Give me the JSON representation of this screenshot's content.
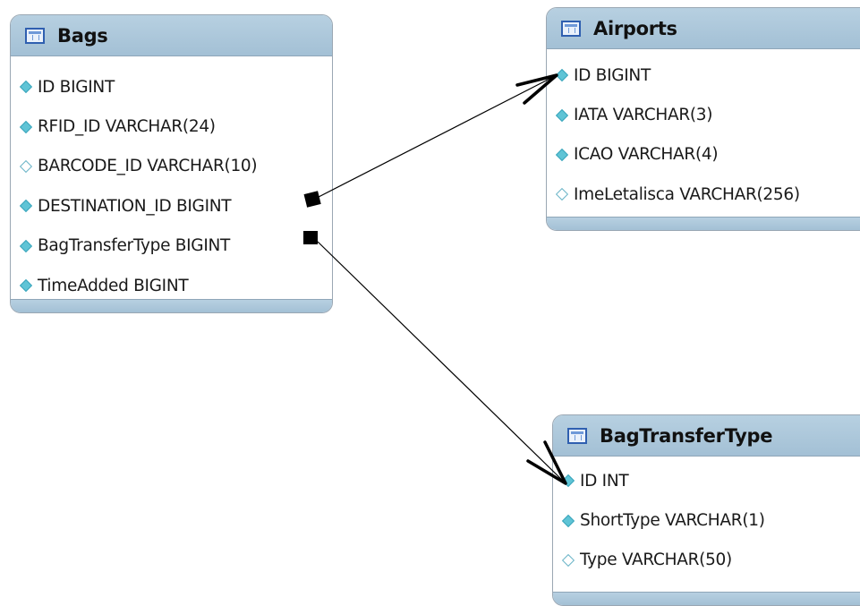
{
  "tables": {
    "bags": {
      "title": "Bags",
      "columns": [
        {
          "text": "ID BIGINT",
          "marker": "filled"
        },
        {
          "text": "RFID_ID VARCHAR(24)",
          "marker": "filled"
        },
        {
          "text": "BARCODE_ID VARCHAR(10)",
          "marker": "hollow"
        },
        {
          "text": "DESTINATION_ID BIGINT",
          "marker": "filled"
        },
        {
          "text": "BagTransferType BIGINT",
          "marker": "filled"
        },
        {
          "text": "TimeAdded BIGINT",
          "marker": "filled"
        }
      ]
    },
    "airports": {
      "title": "Airports",
      "columns": [
        {
          "text": "ID BIGINT",
          "marker": "filled"
        },
        {
          "text": "IATA VARCHAR(3)",
          "marker": "filled"
        },
        {
          "text": "ICAO VARCHAR(4)",
          "marker": "filled"
        },
        {
          "text": "ImeLetalisca VARCHAR(256)",
          "marker": "hollow"
        }
      ]
    },
    "bagtransfertype": {
      "title": "BagTransferType",
      "columns": [
        {
          "text": "ID INT",
          "marker": "filled"
        },
        {
          "text": "ShortType VARCHAR(1)",
          "marker": "filled"
        },
        {
          "text": "Type VARCHAR(50)",
          "marker": "hollow"
        }
      ]
    }
  },
  "relationships": [
    {
      "from": "Bags.DESTINATION_ID",
      "to": "Airports.ID"
    },
    {
      "from": "Bags.BagTransferType",
      "to": "BagTransferType.ID"
    }
  ],
  "colors": {
    "header": "#a8c4d8",
    "key_marker": "#5fc4d6",
    "line": "#000000"
  }
}
